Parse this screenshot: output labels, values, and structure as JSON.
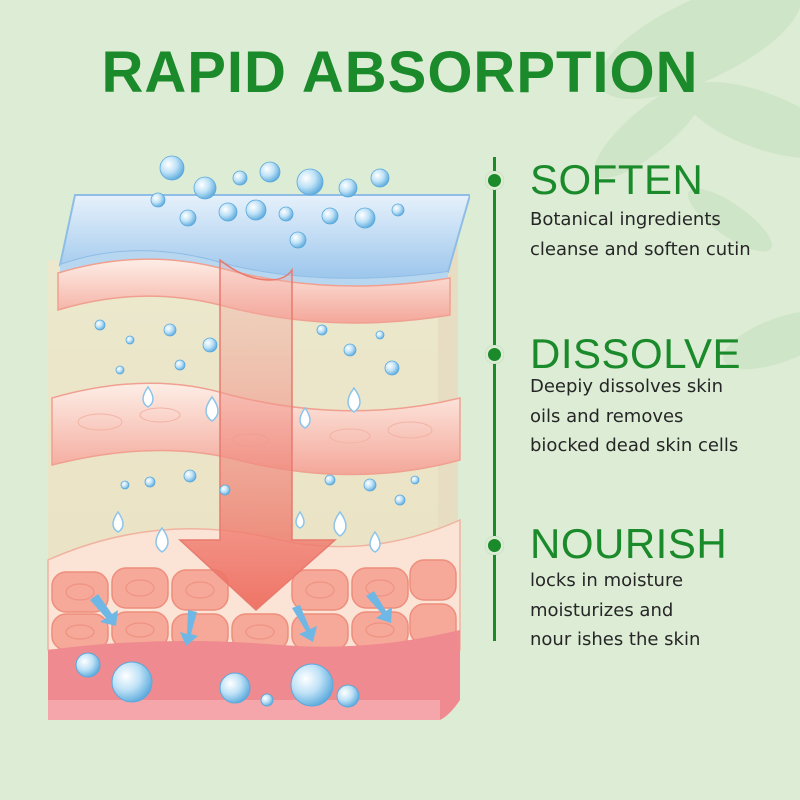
{
  "title": "RAPID ABSORPTION",
  "steps": [
    {
      "title": "SOFTEN",
      "lines": [
        "Botanical ingredients",
        "cleanse and soften cutin"
      ]
    },
    {
      "title": "DISSOLVE",
      "lines": [
        "Deepiy dissolves skin",
        "oils and removes",
        "biocked dead skin cells"
      ]
    },
    {
      "title": "NOURISH",
      "lines": [
        "locks in moisture",
        "moisturizes and",
        "nour ishes the skin"
      ]
    }
  ],
  "colors": {
    "accent": "#1b8a2b",
    "background": "#dcecd5",
    "text": "#262626",
    "skin_pink": "#f4a79a",
    "water_blue": "#6fb8e6"
  },
  "icons": [
    "leaf-decoration",
    "skin-layer-diagram",
    "absorption-arrow-icon",
    "water-droplet-icon",
    "bubble-icon",
    "timeline-dot-icon"
  ]
}
